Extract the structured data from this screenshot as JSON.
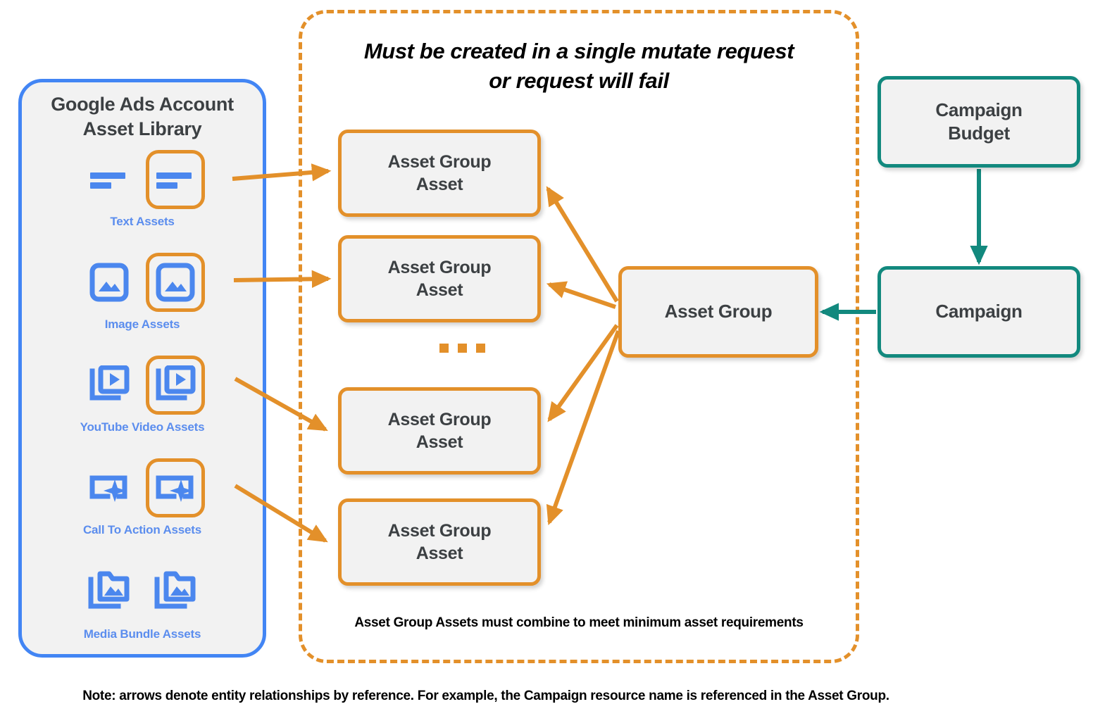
{
  "library": {
    "title": "Google Ads Account\nAsset Library",
    "title_line1": "Google Ads Account",
    "title_line2": "Asset Library",
    "border_color": "#4285f4",
    "rows": [
      {
        "caption": "Text Assets",
        "icon": "text-asset-icon",
        "highlighted": true
      },
      {
        "caption": "Image Assets",
        "icon": "image-asset-icon",
        "highlighted": true
      },
      {
        "caption": "YouTube Video  Assets",
        "icon": "video-asset-icon",
        "highlighted": true
      },
      {
        "caption": "Call To Action Assets",
        "icon": "call-to-action-asset-icon",
        "highlighted": true
      },
      {
        "caption": "Media Bundle  Assets",
        "icon": "media-bundle-asset-icon",
        "highlighted": false
      }
    ]
  },
  "mutate_container": {
    "title_line1": "Must be created in a single mutate request",
    "title_line2": "or request will fail",
    "footnote": "Asset Group Assets must combine to meet minimum asset requirements",
    "border_color": "#e3902a",
    "border_style": "dashed"
  },
  "nodes": {
    "asset_group_assets": [
      {
        "line1": "Asset Group",
        "line2": "Asset"
      },
      {
        "line1": "Asset Group",
        "line2": "Asset"
      },
      {
        "line1": "Asset Group",
        "line2": "Asset"
      },
      {
        "line1": "Asset Group",
        "line2": "Asset"
      }
    ],
    "asset_group": {
      "label": "Asset Group",
      "color": "#e3902a"
    },
    "campaign_budget": {
      "line1": "Campaign",
      "line2": "Budget",
      "color": "#12897e"
    },
    "campaign": {
      "label": "Campaign",
      "color": "#12897e"
    }
  },
  "ellipsis": "...",
  "bottom_note": "Note: arrows denote entity relationships by reference. For example, the Campaign resource name is referenced in the Asset Group.",
  "colors": {
    "orange": "#e3902a",
    "teal": "#12897e",
    "blue": "#4285f4",
    "caption_blue": "#5b8dee",
    "node_text": "#3c4043",
    "node_fill": "#f2f2f2"
  }
}
